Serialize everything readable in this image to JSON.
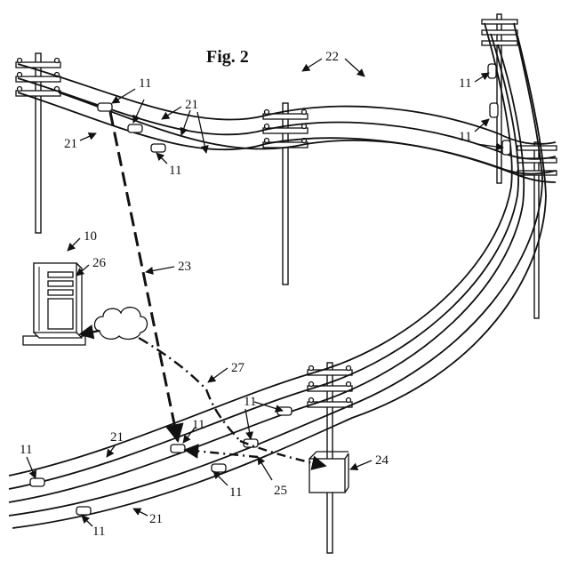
{
  "figure": {
    "title": "Fig. 2"
  },
  "labels": {
    "system": "10",
    "sensor": "11",
    "conductor": "21",
    "network": "22",
    "link_server": "23",
    "ground_unit": "24",
    "link_ground": "25",
    "server": "26",
    "link_cloud": "27"
  }
}
